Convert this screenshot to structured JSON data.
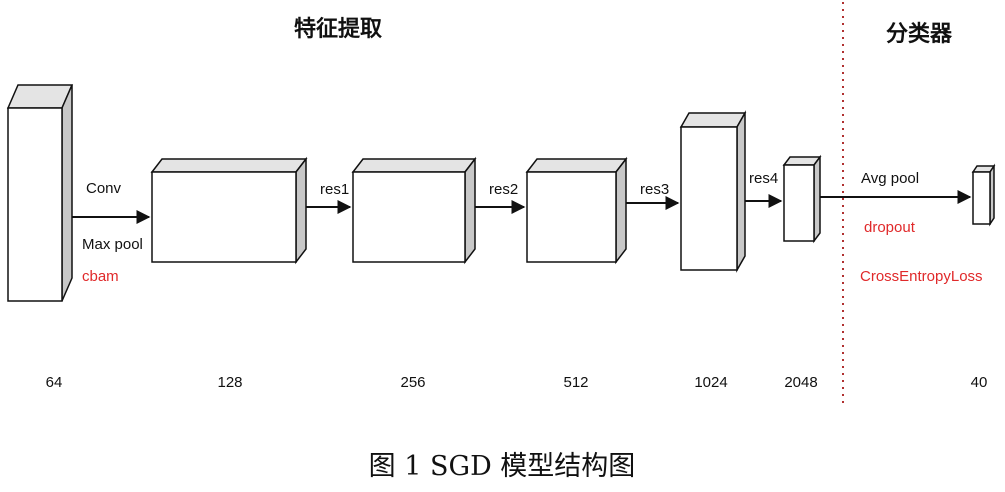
{
  "sections": {
    "feature_extraction": "特征提取",
    "classifier": "分类器"
  },
  "blocks": [
    {
      "id": "b64",
      "dim": "64"
    },
    {
      "id": "b128",
      "dim": "128"
    },
    {
      "id": "b256",
      "dim": "256"
    },
    {
      "id": "b512",
      "dim": "512"
    },
    {
      "id": "b1024",
      "dim": "1024"
    },
    {
      "id": "b2048",
      "dim": "2048"
    },
    {
      "id": "b40",
      "dim": "40"
    }
  ],
  "operations": {
    "conv": "Conv",
    "max_pool": "Max pool",
    "cbam": "cbam",
    "res1": "res1",
    "res2": "res2",
    "res3": "res3",
    "res4": "res4",
    "avg_pool": "Avg pool",
    "dropout": "dropout",
    "loss": "CrossEntropyLoss"
  },
  "caption": "图 1 SGD 模型结构图",
  "colors": {
    "stroke": "#111111",
    "face": "#ffffff",
    "top": "#e4e4e4",
    "side": "#c8c8c8",
    "accent_red": "#e0292a",
    "divider": "#b03030"
  }
}
